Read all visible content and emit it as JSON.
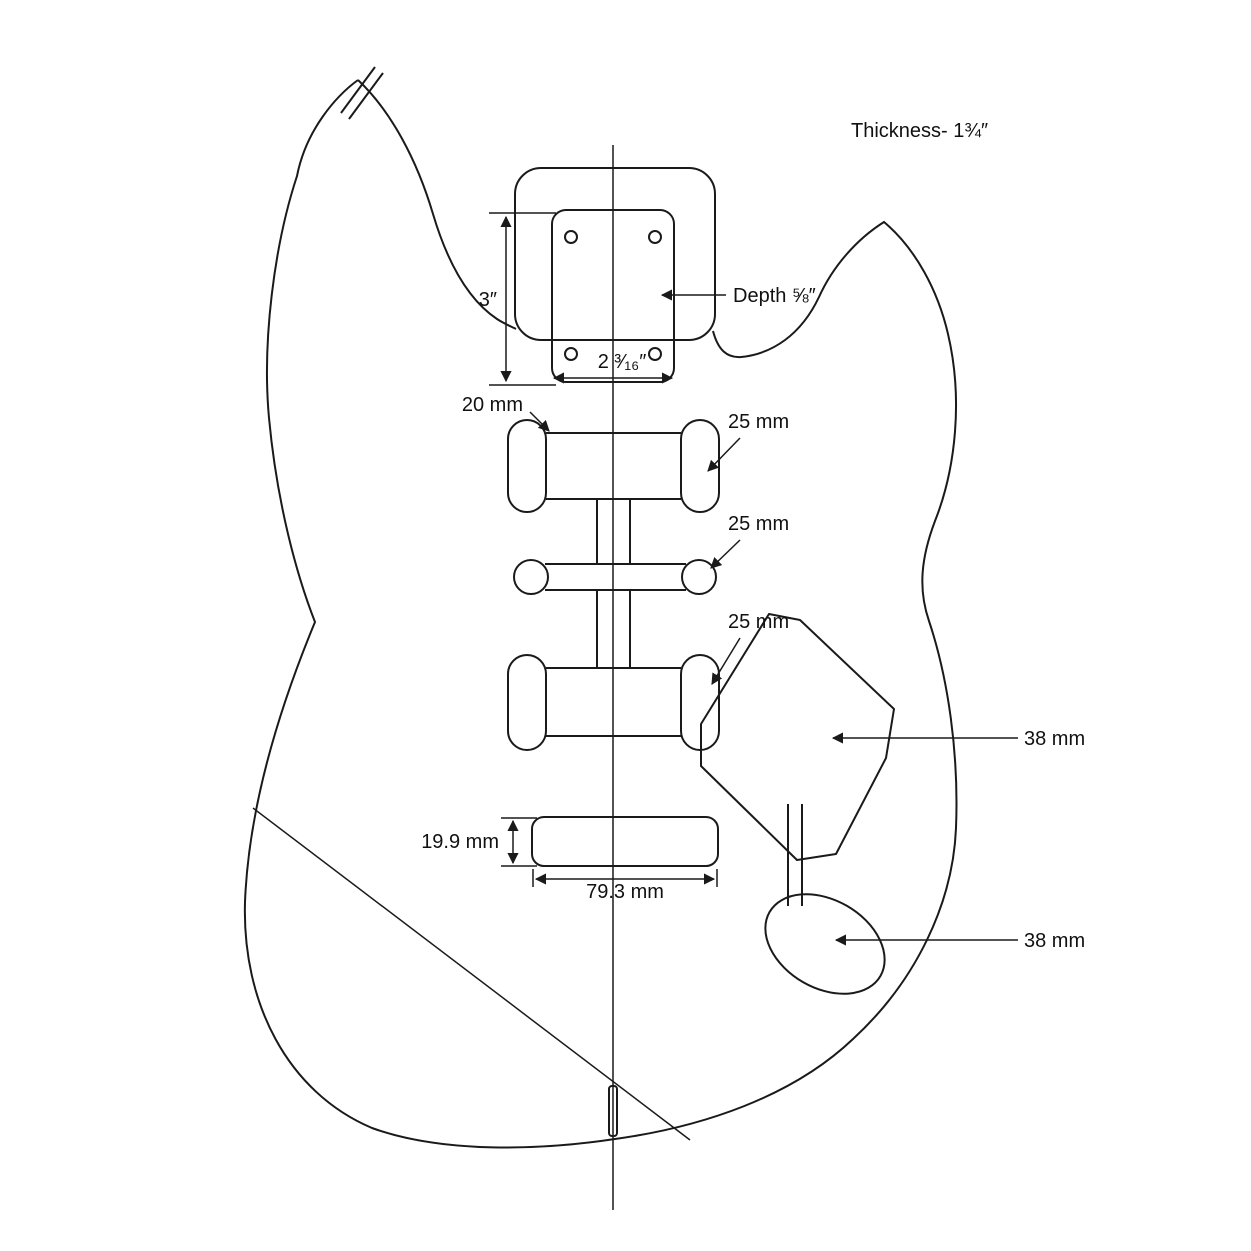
{
  "diagram": {
    "labels": {
      "thickness": "Thickness- 1¾″",
      "pocket_length": "3″",
      "pocket_depth": "Depth ⅝″",
      "pocket_width": "2 ³⁄₁₆″",
      "neck_route_ear": "20 mm",
      "neck_route": "25 mm",
      "middle_route": "25 mm",
      "bridge_route": "25 mm",
      "trem_route": "38 mm",
      "trem_arm_cavity": "38 mm",
      "spring_cavity_height": "19.9 mm",
      "spring_cavity_width": "79.3 mm"
    }
  }
}
